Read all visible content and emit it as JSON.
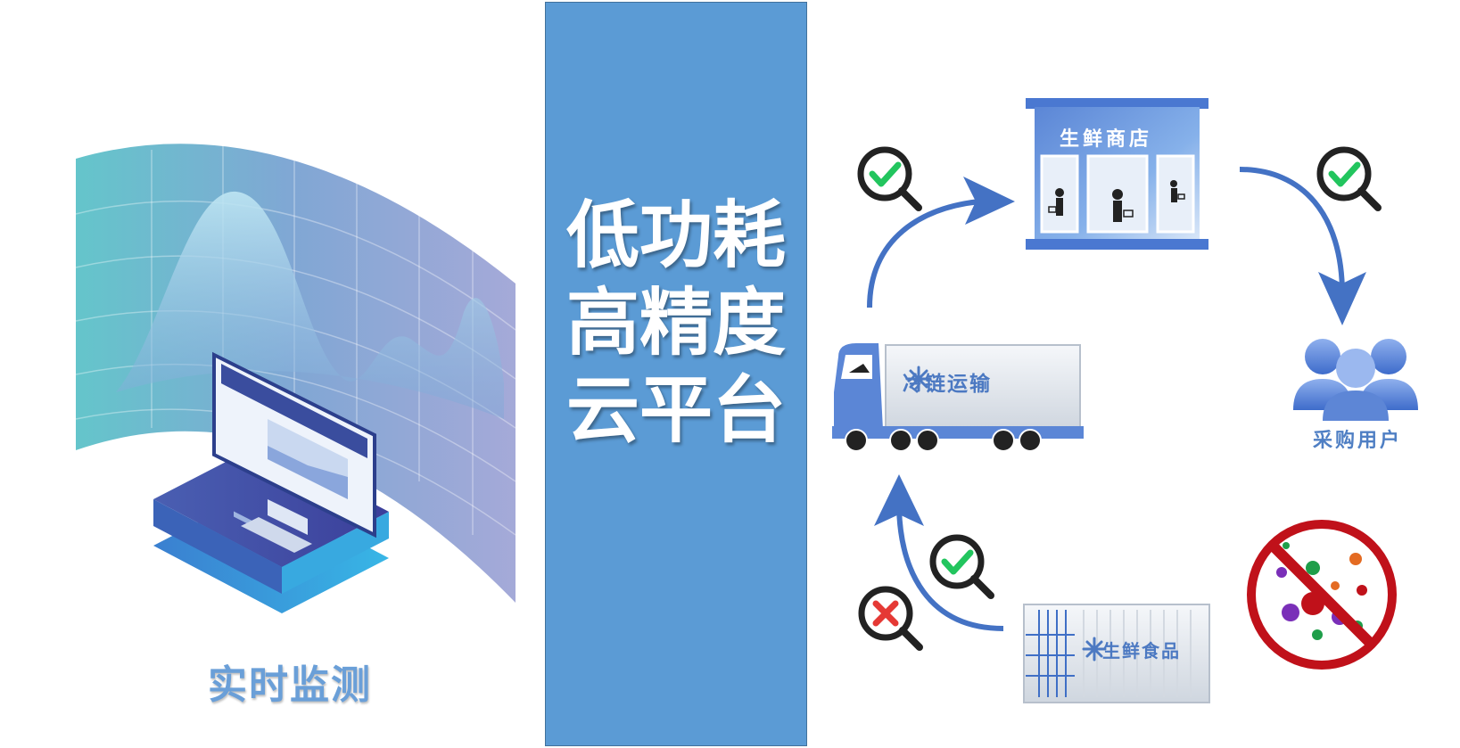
{
  "center": {
    "lines": [
      "低功耗",
      "高精度",
      "云平台"
    ]
  },
  "monitor": {
    "label": "实时监测"
  },
  "store": {
    "label": "生鲜商店"
  },
  "truck": {
    "label": "冷链运输"
  },
  "food": {
    "label": "生鲜食品"
  },
  "buyer": {
    "label": "采购用户"
  },
  "colors": {
    "panel": "#5b9bd5",
    "arrow": "#4472c4",
    "check": "#22c55e",
    "cross": "#e53935",
    "ban": "#c0111a"
  },
  "icons": [
    "check-magnifier-icon",
    "cross-magnifier-icon",
    "snowflake-icon",
    "no-virus-icon",
    "user-group-icon",
    "shopper-icon",
    "monitor-icon"
  ]
}
